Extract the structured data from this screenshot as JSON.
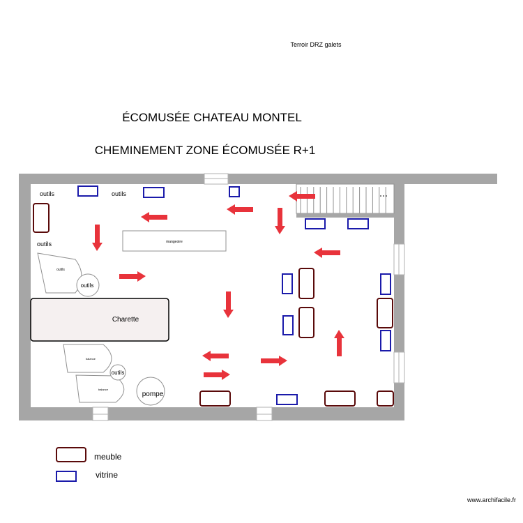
{
  "header": {
    "subtitle_top": "Terroir DRZ galets",
    "title": "ÉCOMUSÉE CHATEAU MONTEL",
    "subtitle": "CHEMINEMENT ZONE ÉCOMUSÉE R+1"
  },
  "plan": {
    "labels": {
      "outils_1": "outils",
      "outils_2": "outils",
      "outils_3": "outils",
      "outils_small": "outils",
      "outils_circle": "outils",
      "outils_circle_2": "outils",
      "mangeoire": "mangeoire",
      "charette": "Charette",
      "balance_1": "balance",
      "balance_2": "balance",
      "pompe": "pompe"
    }
  },
  "legend": {
    "meuble": "meuble",
    "vitrine": "vitrine"
  },
  "footer": {
    "credit": "www.archifacile.fr"
  },
  "colors": {
    "wall": "#a6a6a6",
    "meuble": "#5a0a0a",
    "vitrine": "#1a1aaa",
    "arrow": "#e8333b"
  }
}
